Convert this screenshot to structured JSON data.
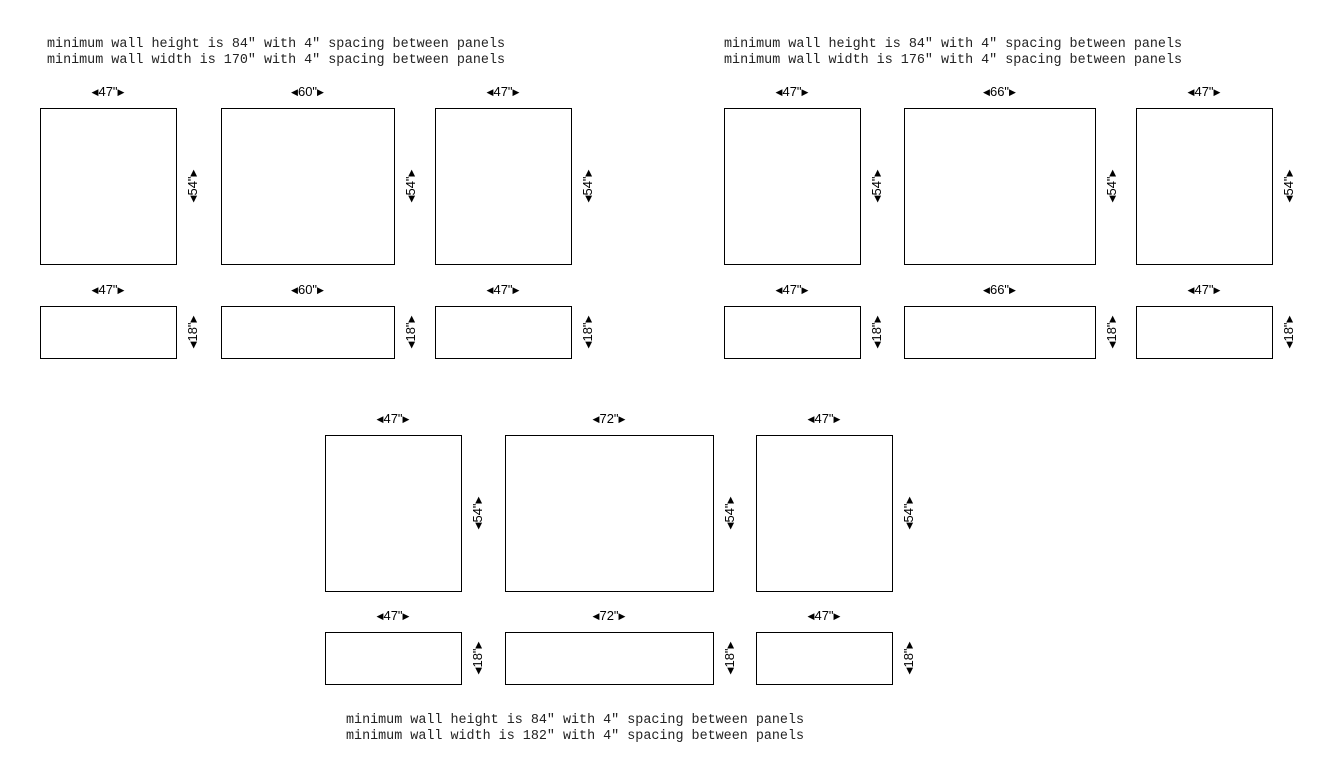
{
  "layouts": [
    {
      "notes": [
        "minimum wall height is 84\" with 4\" spacing between panels",
        "minimum wall width is 170\" with 4\" spacing between panels"
      ],
      "top_row": [
        {
          "w": "47\"",
          "h": "54\""
        },
        {
          "w": "60\"",
          "h": "54\""
        },
        {
          "w": "47\"",
          "h": "54\""
        }
      ],
      "bottom_row": [
        {
          "w": "47\"",
          "h": "18\""
        },
        {
          "w": "60\"",
          "h": "18\""
        },
        {
          "w": "47\"",
          "h": "18\""
        }
      ]
    },
    {
      "notes": [
        "minimum wall height is 84\" with 4\" spacing between panels",
        "minimum wall width is 176\" with 4\" spacing between panels"
      ],
      "top_row": [
        {
          "w": "47\"",
          "h": "54\""
        },
        {
          "w": "66\"",
          "h": "54\""
        },
        {
          "w": "47\"",
          "h": "54\""
        }
      ],
      "bottom_row": [
        {
          "w": "47\"",
          "h": "18\""
        },
        {
          "w": "66\"",
          "h": "18\""
        },
        {
          "w": "47\"",
          "h": "18\""
        }
      ]
    },
    {
      "notes": [
        "minimum wall height is 84\" with 4\" spacing between panels",
        "minimum wall width is 182\" with 4\" spacing between panels"
      ],
      "top_row": [
        {
          "w": "47\"",
          "h": "54\""
        },
        {
          "w": "72\"",
          "h": "54\""
        },
        {
          "w": "47\"",
          "h": "54\""
        }
      ],
      "bottom_row": [
        {
          "w": "47\"",
          "h": "18\""
        },
        {
          "w": "72\"",
          "h": "18\""
        },
        {
          "w": "47\"",
          "h": "18\""
        }
      ]
    }
  ]
}
